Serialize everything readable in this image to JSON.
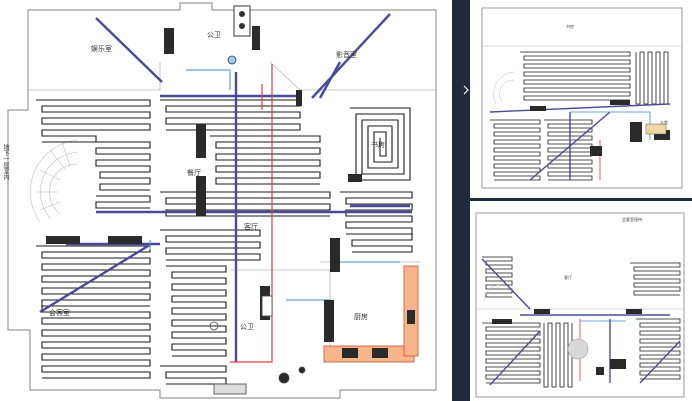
{
  "main_plan": {
    "rooms": {
      "entertainment": "娱乐室",
      "bath_top": "公卫",
      "theater": "影音室",
      "study": "书房",
      "restaurant": "餐厅",
      "hall": "客厅",
      "guest_room": "会客室",
      "bath_bottom": "公卫",
      "kitchen": "厨房"
    },
    "side_label": "地下一层室内"
  },
  "top_right_plan": {
    "rooms": {
      "top": "书房",
      "lobby": "大堂"
    }
  },
  "bottom_right_plan": {
    "rooms": {
      "top_right": "会客室接待",
      "mid": "客厅"
    }
  },
  "colors": {
    "pipe": "#1a1a1a",
    "supply_main": "#4a4a9a",
    "return_main": "#d94040",
    "branch": "#3b8fd0",
    "kitchen_fill": "#f8b48a",
    "dark_band": "#1f2a3a"
  }
}
